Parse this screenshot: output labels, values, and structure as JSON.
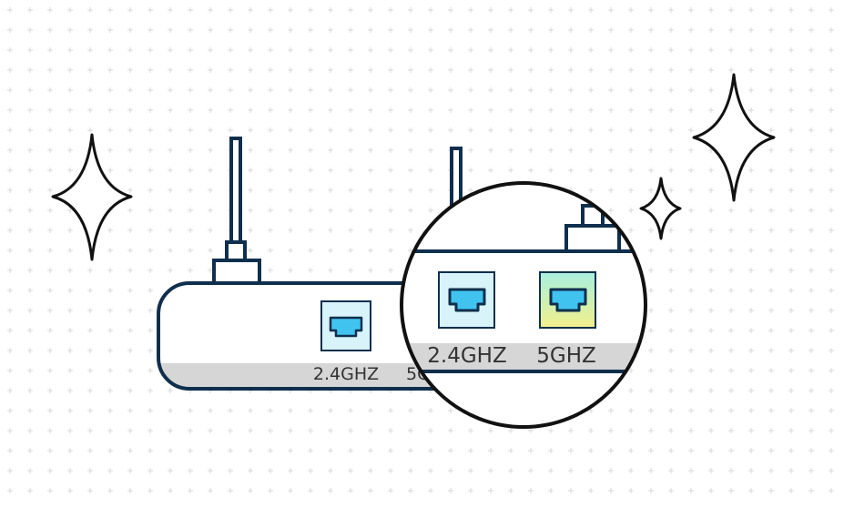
{
  "router": {
    "ports": [
      {
        "label": "2.4GHZ"
      },
      {
        "label": "5GHZ"
      }
    ]
  },
  "magnifier": {
    "ports": [
      {
        "label": "2.4GHZ"
      },
      {
        "label": "5GHZ"
      }
    ]
  },
  "colors": {
    "outline": "#0f2f4d",
    "grid": "#d8d8d8",
    "base_strip": "#d6d6d6",
    "port_cyan": "#41c3f0",
    "port_bg_24": "#d9f3fb",
    "port_bg_5_top": "#a9f0e0",
    "port_bg_5_bottom": "#f2f08a",
    "sparkle": "#111111"
  },
  "icons": {
    "sparkle": "sparkle-icon",
    "ethernet": "ethernet-port-icon",
    "magnifier": "magnifier-lens-icon"
  }
}
